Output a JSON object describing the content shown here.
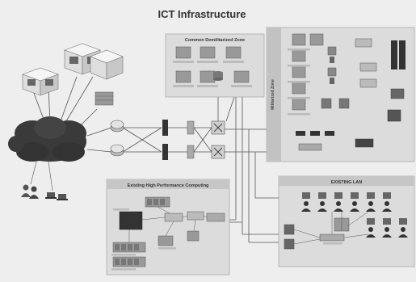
{
  "title": "ICT Infrastructure",
  "zones": {
    "dmz": {
      "title": "Common Demilitarized Zone"
    },
    "hpc": {
      "title": "Existing High Performance Computing"
    },
    "lan": {
      "title": "EXISTING LAN"
    },
    "mil": {
      "title": "Militarized Zone"
    }
  },
  "colors": {
    "background": "#eeeeee",
    "zone_fill": "#dcdcdc",
    "cloud": "#3a3a3a",
    "server": "#888888",
    "line": "#555555"
  }
}
